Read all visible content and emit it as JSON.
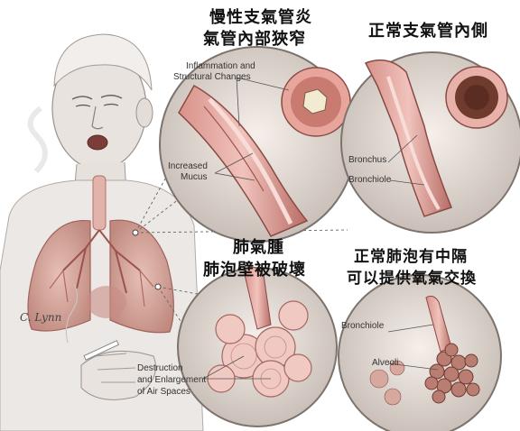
{
  "panels": {
    "copd": {
      "title_line1": "慢性支氣管炎",
      "title_line2": "氣管內部狹窄",
      "label_inflammation_1": "Inflammation and",
      "label_inflammation_2": "Structural Changes",
      "label_mucus_1": "Increased",
      "label_mucus_2": "Mucus"
    },
    "normal_airway": {
      "title": "正常支氣管內側",
      "label_bronchus": "Bronchus",
      "label_bronchiole": "Bronchiole"
    },
    "emphysema": {
      "title_line1": "肺氣腫",
      "title_line2": "肺泡壁被破壞",
      "label_destruction_1": "Destruction",
      "label_destruction_2": "and Enlargement",
      "label_destruction_3": "of Air Spaces"
    },
    "normal_alveoli": {
      "title_line1": "正常肺泡有中隔",
      "title_line2": "可以提供氧氣交換",
      "label_bronchiole": "Bronchiole",
      "label_alveoli": "Alveoli"
    }
  },
  "signature": "C. Lynn",
  "colors": {
    "tissue_pink": "#e9b7b0",
    "tissue_dark": "#a8564f",
    "background_gray": "#e8e6e4"
  }
}
